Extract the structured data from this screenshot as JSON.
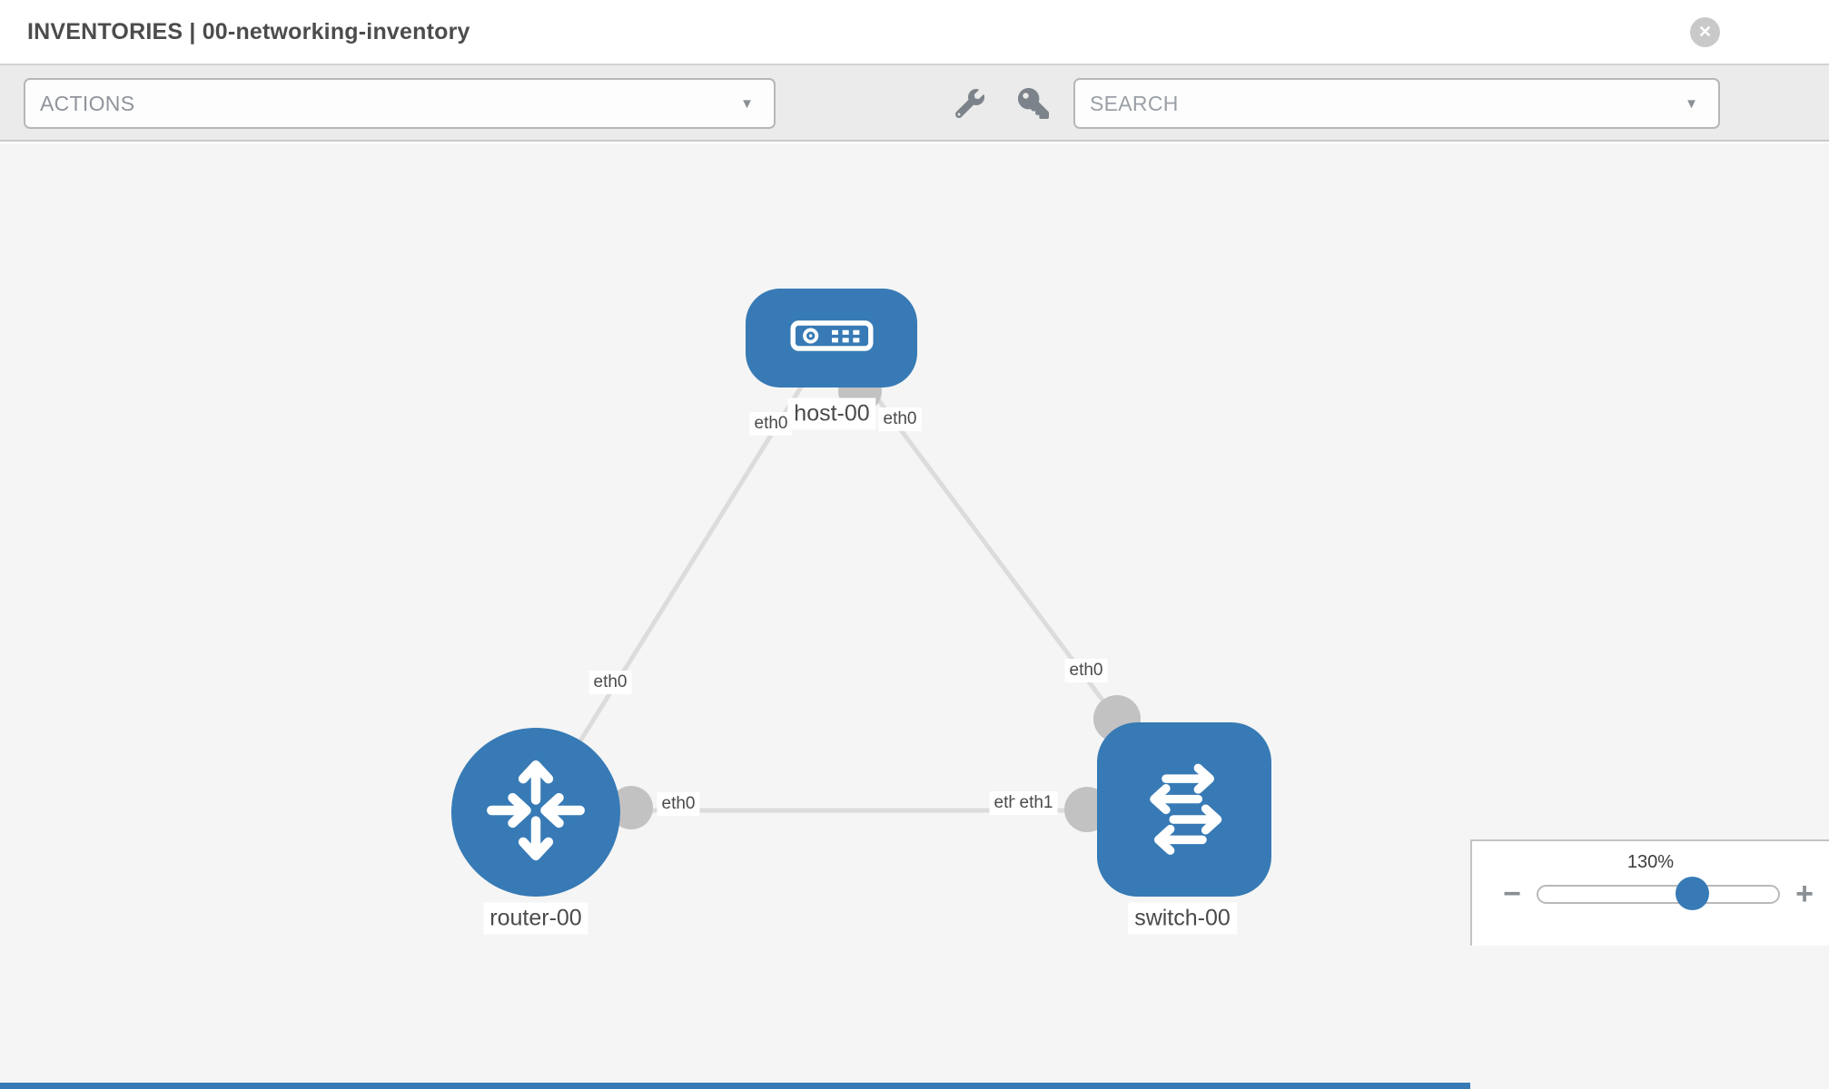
{
  "header": {
    "title": "INVENTORIES | 00-networking-inventory"
  },
  "toolbar": {
    "actions_label": "ACTIONS",
    "search_placeholder": "SEARCH"
  },
  "glyphs": {
    "caret": "▼",
    "close": "✕"
  },
  "topology": {
    "nodes": [
      {
        "name": "host-00",
        "type": "host"
      },
      {
        "name": "router-00",
        "type": "router"
      },
      {
        "name": "switch-00",
        "type": "switch"
      }
    ],
    "links": [
      {
        "source": "router-00",
        "source_interface": "eth0",
        "target": "host-00",
        "target_interface": "eth0"
      },
      {
        "source": "host-00",
        "source_interface": "eth0",
        "target": "switch-00",
        "target_interface": "eth0"
      },
      {
        "source": "router-00",
        "source_interface": "eth0",
        "target": "switch-00",
        "target_interface": "eth1"
      }
    ],
    "interface_labels": [
      "eth0",
      "eth0",
      "eth0",
      "eth0",
      "eth0",
      "eth0",
      "eth1"
    ]
  },
  "zoom_control": {
    "value": "130%",
    "zoom_out_glyph": "−",
    "zoom_in_glyph": "+"
  },
  "colors": {
    "node_blue": "#377ab5",
    "link_gray": "#dcdcdc",
    "connector_gray": "#c2c2c2",
    "canvas_bg": "#f5f5f5",
    "toolbar_bg": "#ebebeb"
  }
}
